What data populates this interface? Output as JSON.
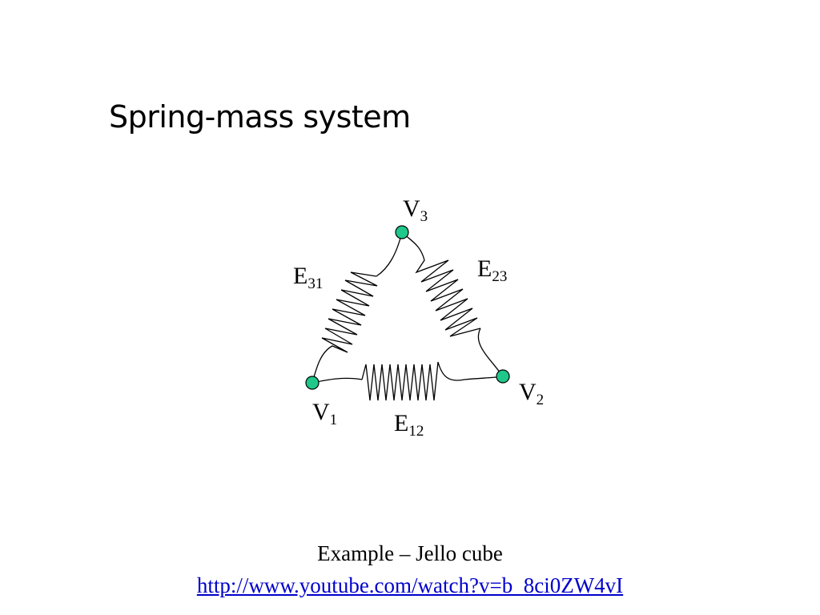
{
  "slide": {
    "title": "Spring-mass system",
    "caption": "Example – Jello cube",
    "link": "http://www.youtube.com/watch?v=b_8ci0ZW4vI"
  },
  "diagram": {
    "node_color": "#1fc88a",
    "nodes": [
      {
        "id": "v1",
        "letter": "V",
        "index": "1"
      },
      {
        "id": "v2",
        "letter": "V",
        "index": "2"
      },
      {
        "id": "v3",
        "letter": "V",
        "index": "3"
      }
    ],
    "edges": [
      {
        "id": "e12",
        "letter": "E",
        "index": "12"
      },
      {
        "id": "e23",
        "letter": "E",
        "index": "23"
      },
      {
        "id": "e31",
        "letter": "E",
        "index": "31"
      }
    ]
  }
}
